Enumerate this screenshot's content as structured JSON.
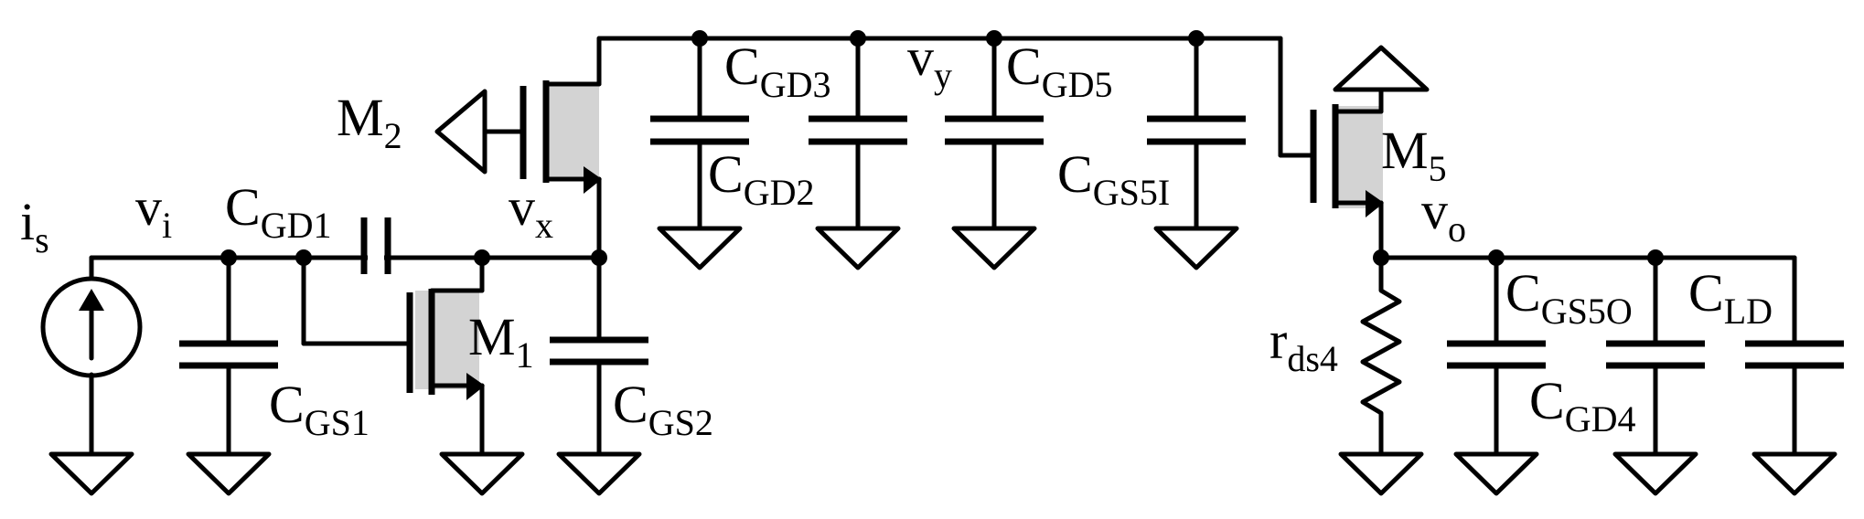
{
  "diagram": {
    "labels": {
      "is": {
        "main": "i",
        "sub": "s"
      },
      "vi": {
        "main": "v",
        "sub": "i"
      },
      "cgd1": {
        "main": "C",
        "sub": "GD1"
      },
      "vx": {
        "main": "v",
        "sub": "x"
      },
      "m2": {
        "main": "M",
        "sub": "2"
      },
      "m1": {
        "main": "M",
        "sub": "1"
      },
      "cgs1": {
        "main": "C",
        "sub": "GS1"
      },
      "cgs2": {
        "main": "C",
        "sub": "GS2"
      },
      "cgd3": {
        "main": "C",
        "sub": "GD3"
      },
      "cgd2": {
        "main": "C",
        "sub": "GD2"
      },
      "vy": {
        "main": "v",
        "sub": "y"
      },
      "cgd5": {
        "main": "C",
        "sub": "GD5"
      },
      "cgs5i": {
        "main": "C",
        "sub": "GS5I"
      },
      "m5": {
        "main": "M",
        "sub": "5"
      },
      "vo": {
        "main": "v",
        "sub": "o"
      },
      "rds4": {
        "main": "r",
        "sub": "ds4"
      },
      "cgs5o": {
        "main": "C",
        "sub": "GS5O"
      },
      "cld": {
        "main": "C",
        "sub": "LD"
      },
      "cgd4": {
        "main": "C",
        "sub": "GD4"
      }
    }
  }
}
